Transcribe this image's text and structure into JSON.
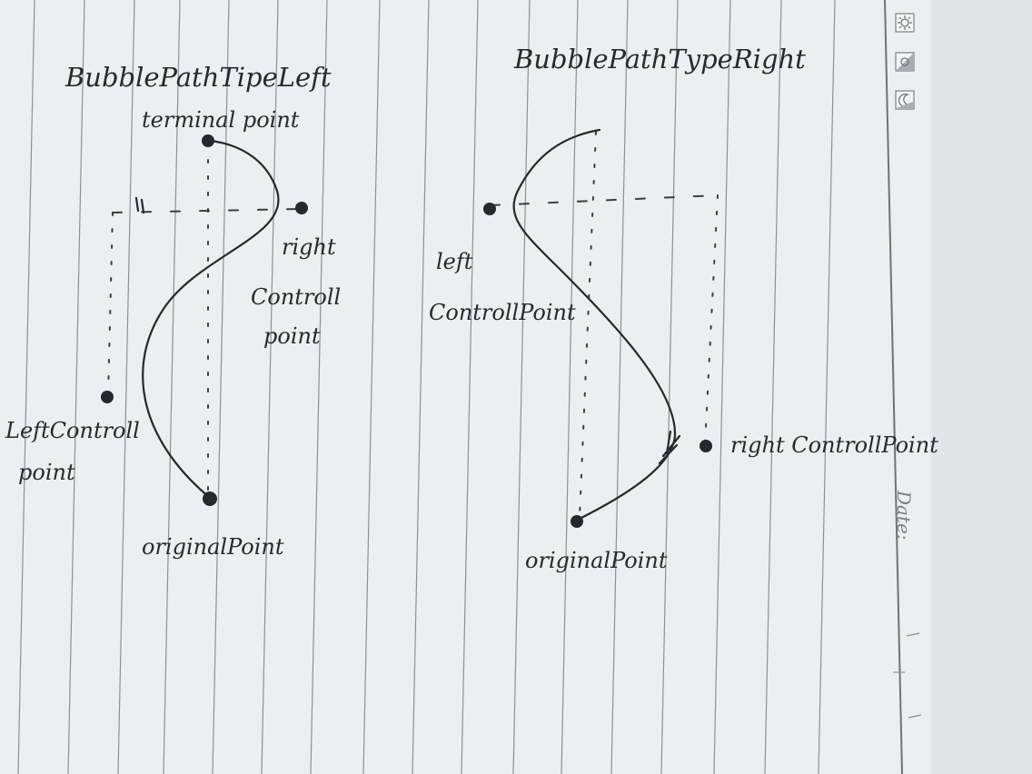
{
  "left_diagram": {
    "title": "BubblePathTipeLeft",
    "terminal_label": "terminal point",
    "right_control_label": [
      "right",
      "Controll",
      "point"
    ],
    "left_control_label": [
      "LeftControll",
      "point"
    ],
    "original_label": "originalPoint"
  },
  "right_diagram": {
    "title": "BubblePathTypeRight",
    "left_control_label": [
      "left",
      "ControllPoint"
    ],
    "right_control_label": "right ControllPoint",
    "original_label": "originalPoint"
  },
  "margin": {
    "icons": [
      "sun-icon",
      "half-shade-icon",
      "moon-icon"
    ],
    "date_label": "Date:"
  }
}
